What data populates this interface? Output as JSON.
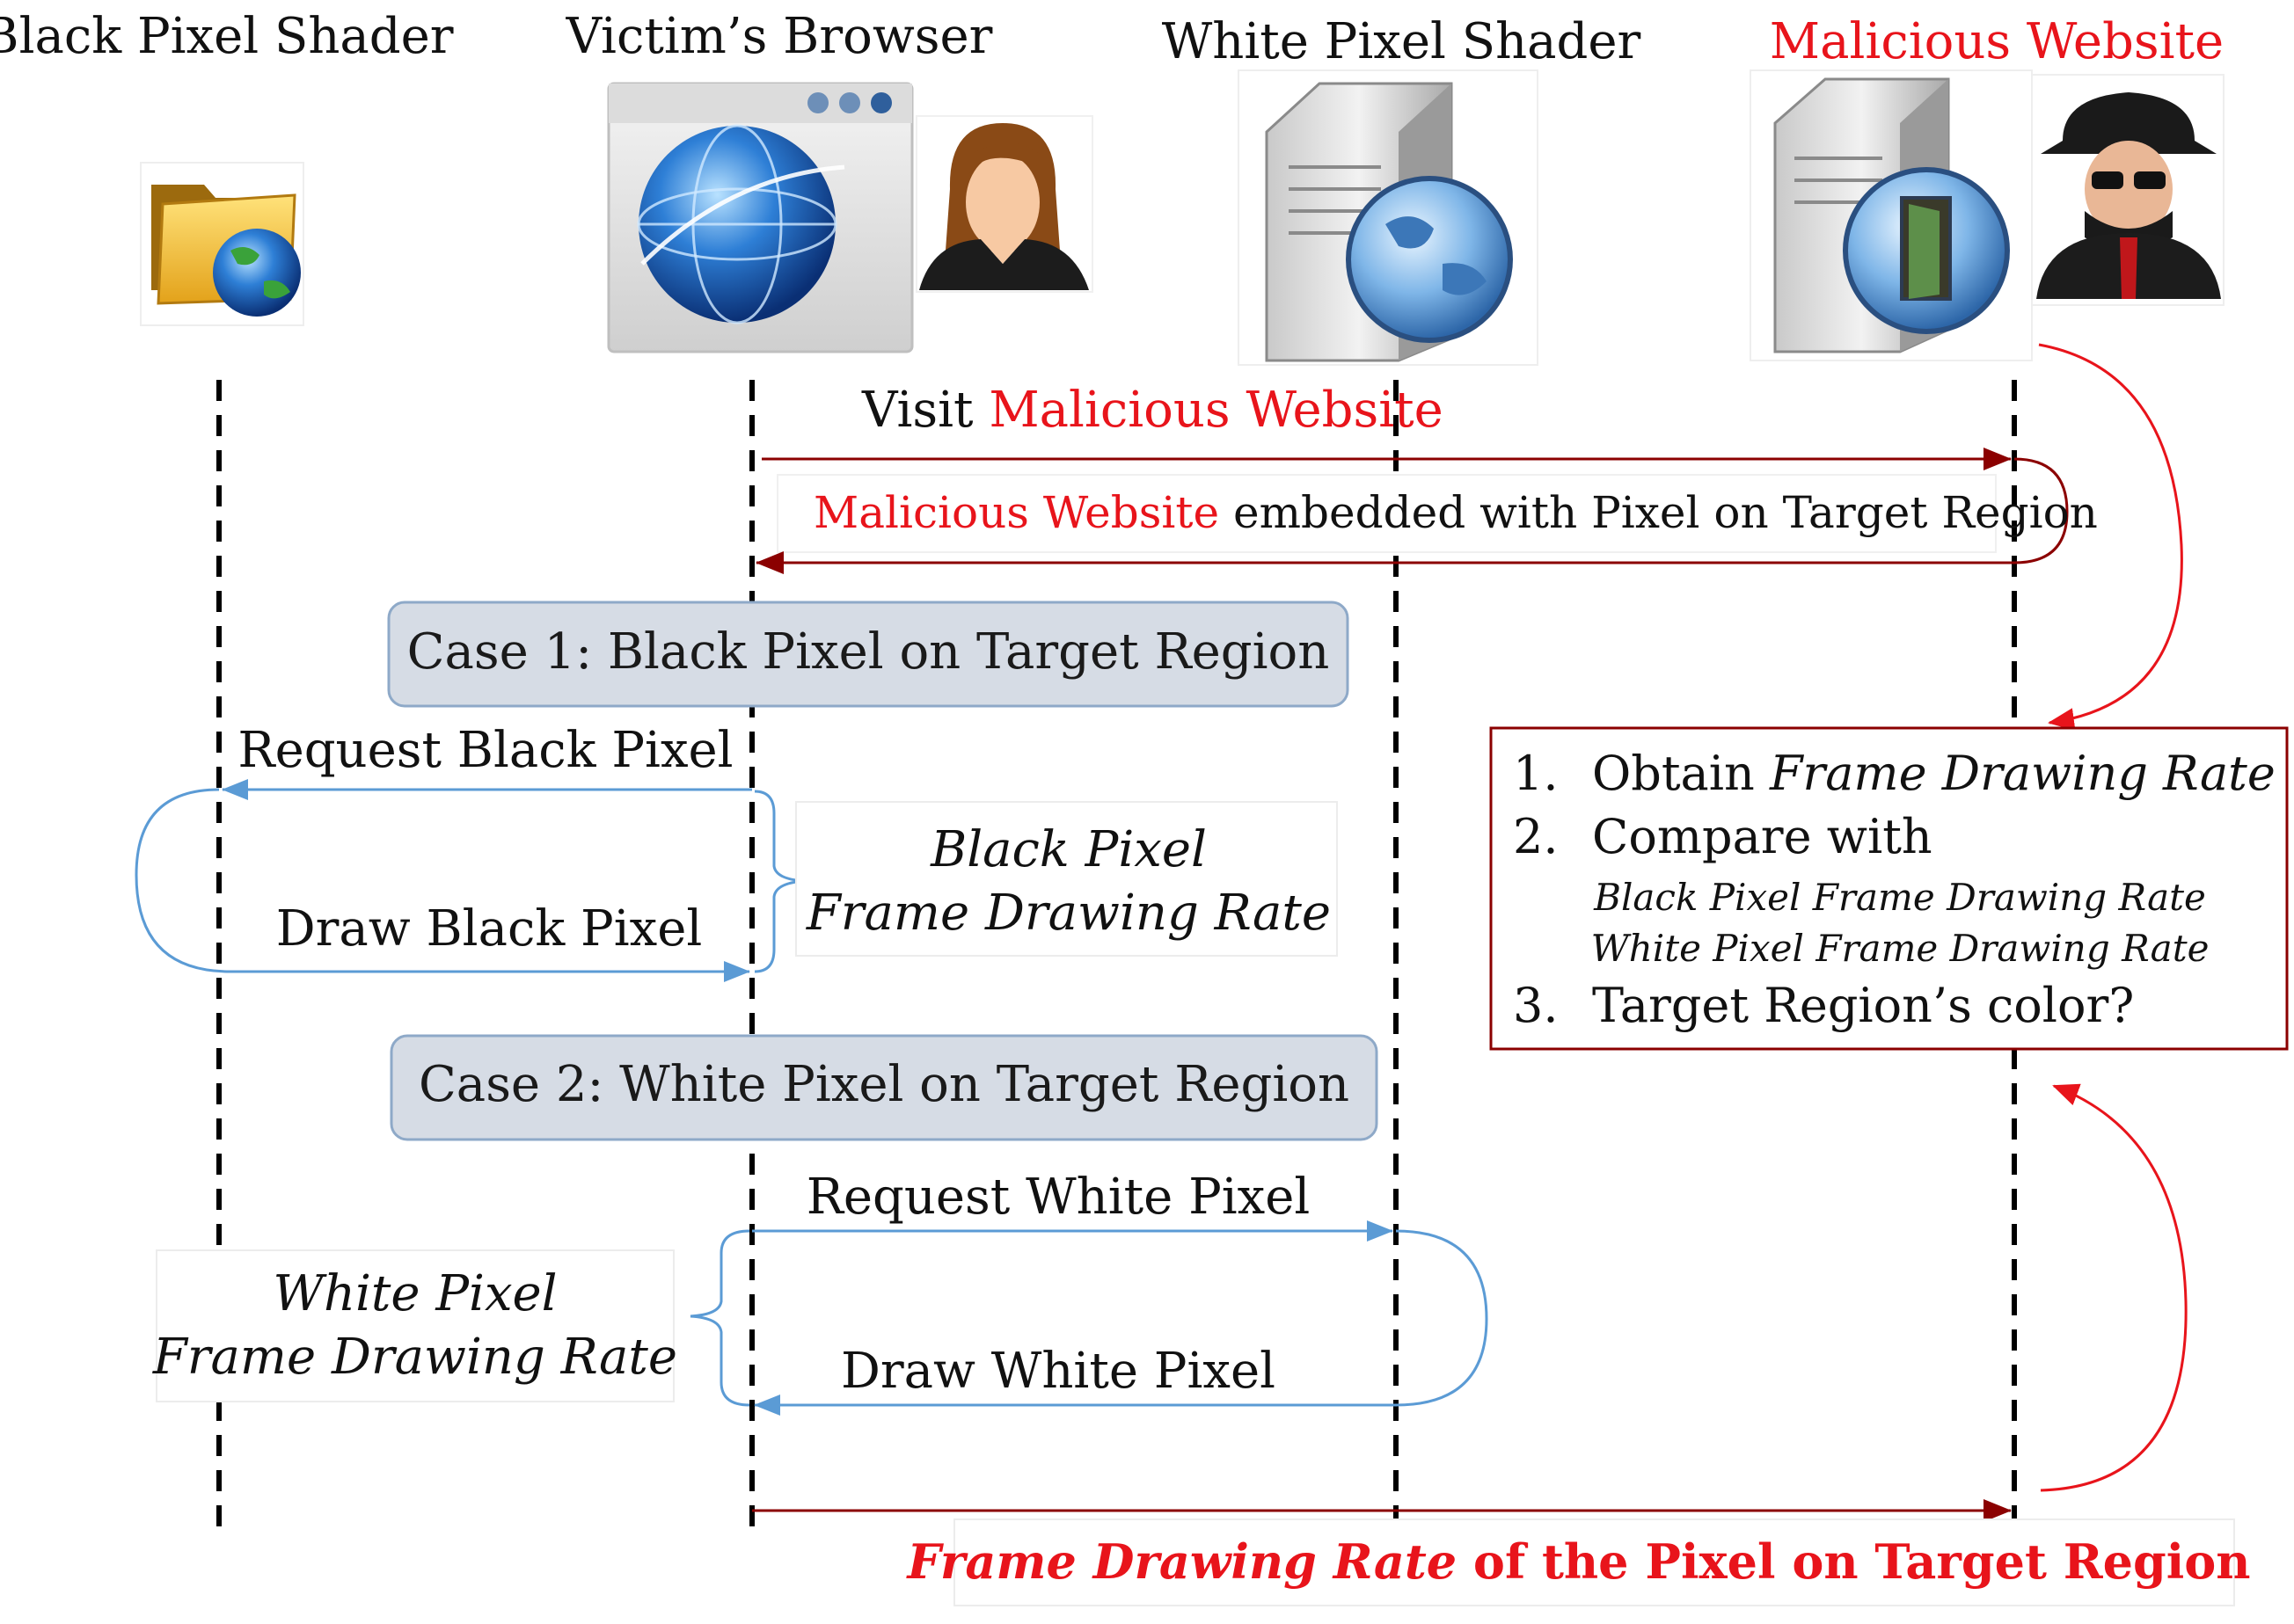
{
  "actors": {
    "black_shader": "Black Pixel Shader",
    "browser": "Victim’s Browser",
    "white_shader": "White Pixel Shader",
    "malicious": "Malicious Website"
  },
  "messages": {
    "visit_prefix": "Visit ",
    "visit_highlight": "Malicious Website",
    "response_highlight": "Malicious Website",
    "response_rest": " embedded with Pixel on Target Region",
    "request_black": "Request Black Pixel",
    "draw_black": "Draw Black Pixel",
    "request_white": "Request White Pixel",
    "draw_white": "Draw White Pixel",
    "result_highlight": "Frame Drawing Rate",
    "result_rest": " of the Pixel on Target Region"
  },
  "cases": {
    "case1": "Case 1: Black Pixel on Target Region",
    "case2": "Case 2: White Pixel on Target Region"
  },
  "notes": {
    "black_rate_line1": "Black Pixel",
    "black_rate_line2": "Frame Drawing Rate",
    "white_rate_line1": "White Pixel",
    "white_rate_line2": "Frame Drawing Rate"
  },
  "steps": {
    "n1": "1.",
    "s1_prefix": "Obtain ",
    "s1_italic": "Frame Drawing Rate",
    "n2": "2.",
    "s2": "Compare with",
    "s2_sub1": "Black Pixel Frame Drawing Rate",
    "s2_sub2": "White Pixel Frame Drawing Rate",
    "n3": "3.",
    "s3": "Target Region’s color?"
  },
  "colors": {
    "dark_red": "#8b0000",
    "bright_red": "#e8141b",
    "blue": "#5b9bd5",
    "case_fill": "#d6dce5",
    "case_stroke": "#8ea9c8"
  },
  "icons": {
    "black_shader": "folder-globe-icon",
    "browser": "browser-globe-icon",
    "victim": "victim-person-icon",
    "white_shader": "server-globe-icon",
    "malicious_server": "server-door-icon",
    "attacker": "spy-attacker-icon"
  }
}
